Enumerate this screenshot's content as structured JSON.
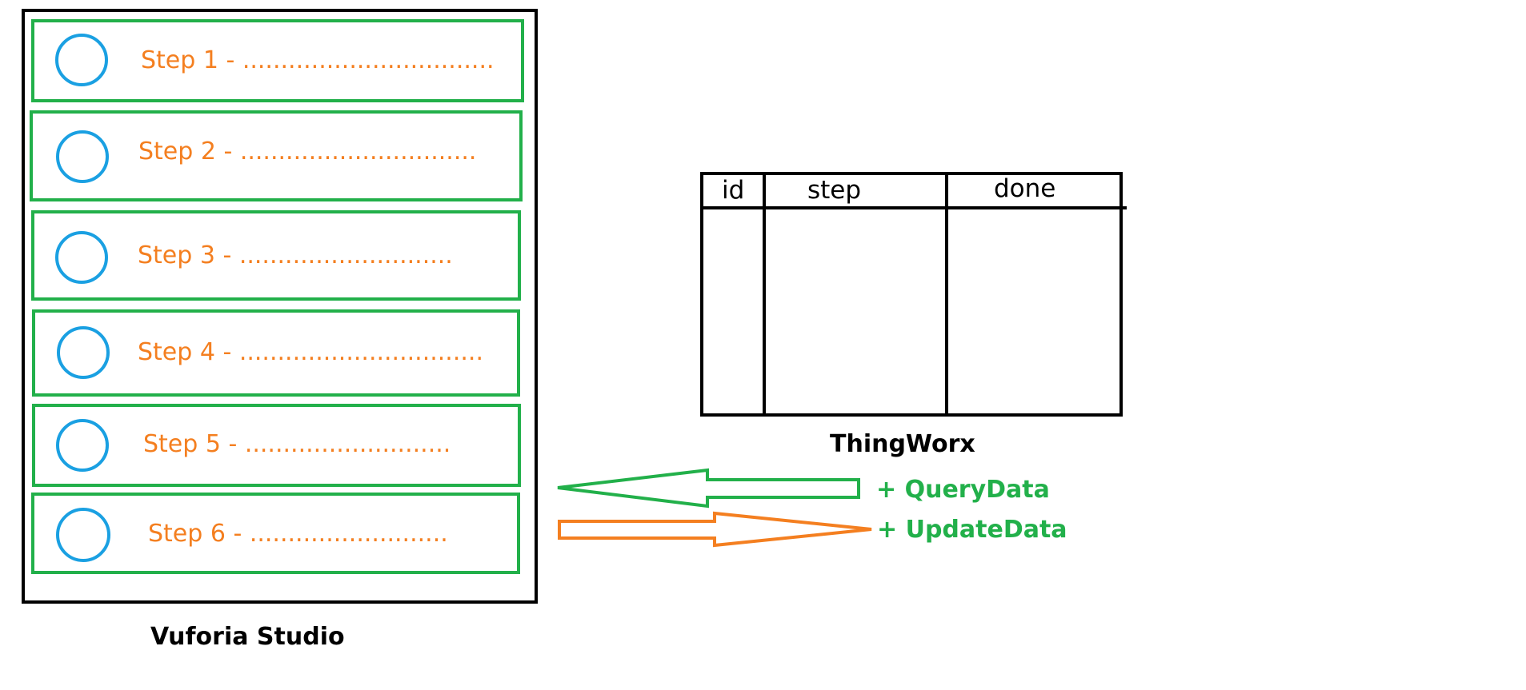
{
  "colors": {
    "step_border": "#22B04A",
    "step_circle": "#1AA0E2",
    "step_text": "#F47F20",
    "outline": "#000000",
    "query_arrow": "#22B04A",
    "update_arrow": "#F47F20",
    "service_text": "#22B04A"
  },
  "vuforia": {
    "caption": "Vuforia Studio",
    "steps": [
      {
        "label": "Step 1 - ................................."
      },
      {
        "label": "Step 2 - ..............................."
      },
      {
        "label": "Step 3 - ............................"
      },
      {
        "label": "Step 4 - ................................"
      },
      {
        "label": "Step 5 - ..........................."
      },
      {
        "label": "Step 6 - .........................."
      }
    ]
  },
  "thingworx": {
    "caption": "ThingWorx",
    "columns": [
      "id",
      "step",
      "done"
    ]
  },
  "services": {
    "query": "+ QueryData",
    "update": "+ UpdateData"
  }
}
